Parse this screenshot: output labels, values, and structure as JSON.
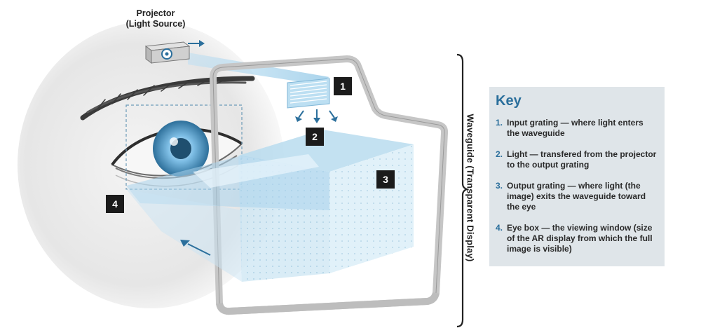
{
  "projector": {
    "label_line1": "Projector",
    "label_line2": "(Light Source)"
  },
  "markers": [
    "1",
    "2",
    "3",
    "4"
  ],
  "waveguide_label": "Waveguide (Transparent Display)",
  "key": {
    "title": "Key",
    "items": [
      {
        "num": "1.",
        "text": "Input grating — where light enters the waveguide"
      },
      {
        "num": "2.",
        "text": "Light — transfered from the projector to the output grating"
      },
      {
        "num": "3.",
        "text": "Output grating — where light (the image) exits the waveguide toward the eye"
      },
      {
        "num": "4.",
        "text": "Eye box — the viewing window (size of the AR display from which the full image is visible)"
      }
    ]
  },
  "colors": {
    "accent": "#2b6f9c",
    "key_background": "#dfe5e9",
    "marker_background": "#1b1b1b",
    "light_beam": "#8ec6e6",
    "waveguide_frame": "#c8c8c8"
  }
}
